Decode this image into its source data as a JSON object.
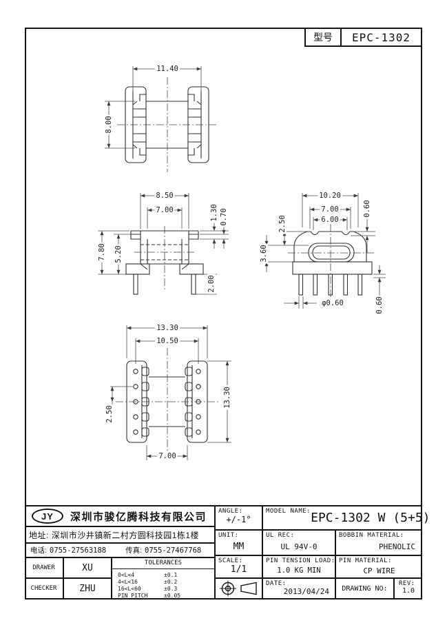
{
  "model_box": {
    "label": "型号",
    "value": "EPC-1302"
  },
  "views": {
    "top": {
      "width": "11.40",
      "height": "8.00"
    },
    "front": {
      "flange_width": "8.50",
      "window_width": "7.00",
      "wing_total": "1.30",
      "wing_step": "0.70",
      "total_height": "7.80",
      "body_height": "5.20",
      "pin_length": "2.00"
    },
    "side": {
      "overall_width": "10.20",
      "width_outer": "7.00",
      "width_inner": "6.00",
      "notch_depth": "0.60",
      "top_to_core": "2.50",
      "core_height": "3.60",
      "pin_diameter": "φ0.60",
      "standoff": "0.60"
    },
    "bottom": {
      "length": "13.30",
      "pin_span": "10.50",
      "pin_pitch": "2.50",
      "height": "13.30",
      "body_width": "7.00"
    }
  },
  "title_block": {
    "company": {
      "logo": "JY",
      "name": "深圳市骏亿腾科技有限公司"
    },
    "address": {
      "label": "地址:",
      "value": "深圳市沙井镇新二村方圆科技园1栋1楼"
    },
    "phone": {
      "label": "电话:",
      "value": "0755-27563188"
    },
    "fax": {
      "label": "传真:",
      "value": "0755-27467768"
    },
    "drawer": {
      "label": "DRAWER",
      "value": "XU"
    },
    "checker": {
      "label": "CHECKER",
      "value": "ZHU"
    },
    "tolerances": {
      "title": "TOLERANCES",
      "rows": [
        {
          "range": "0<L<4",
          "tol": "±0.1"
        },
        {
          "range": "4<L<16",
          "tol": "±0.2"
        },
        {
          "range": "16<L<60",
          "tol": "±0.3"
        },
        {
          "range": "PIN PITCH",
          "tol": "±0.05"
        }
      ]
    },
    "angle": {
      "label": "ANGLE:",
      "value": "+/-1°"
    },
    "model_name": {
      "label": "MODEL NAME:",
      "value": "EPC-1302 W (5+5)"
    },
    "unit": {
      "label": "UNIT:",
      "value": "MM"
    },
    "ul_rec": {
      "label": "UL REC:",
      "value": "UL 94V-0"
    },
    "bobbin_material": {
      "label": "BOBBIN MATERIAL:",
      "value": "PHENOLIC"
    },
    "scale": {
      "label": "SCALE:",
      "value": "1/1"
    },
    "pin_tension_load": {
      "label": "PIN TENSION LOAD:",
      "value": "1.0 KG MIN"
    },
    "pin_material": {
      "label": "PIN MATERIAL:",
      "value": "CP WIRE"
    },
    "date": {
      "label": "DATE:",
      "value": "2013/04/24"
    },
    "drawing_no": {
      "label": "DRAWING NO:",
      "value": ""
    },
    "rev": {
      "label": "REV:",
      "value": "1.0"
    }
  }
}
